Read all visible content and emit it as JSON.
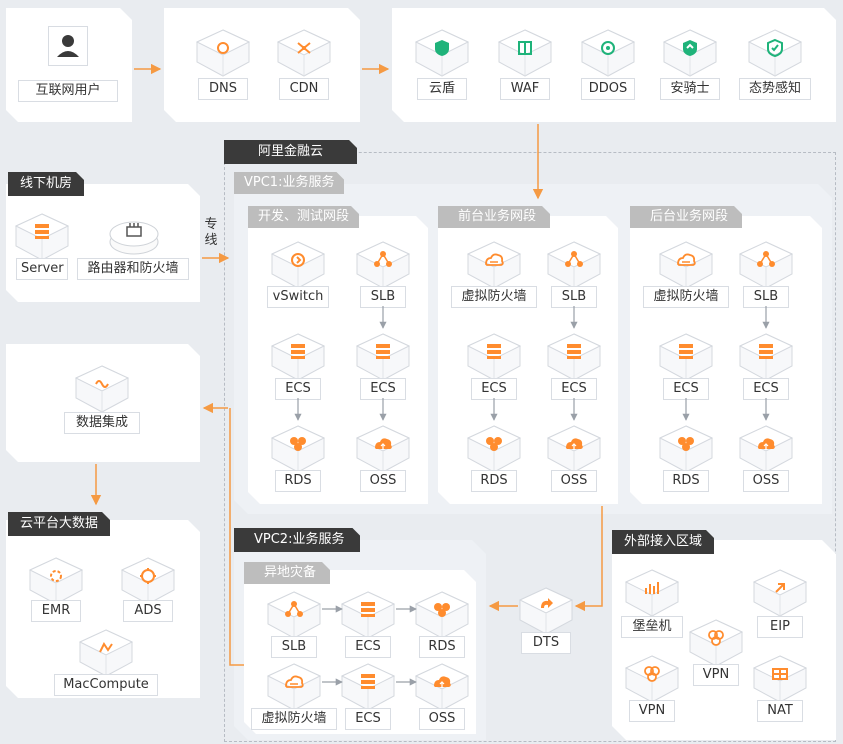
{
  "colors": {
    "accent": "#ff8c2e",
    "arrow_orange": "#f59a43",
    "arrow_grey": "#9aa0a8",
    "shield_green": "#1fb37a"
  },
  "top": {
    "user_label": "互联网用户",
    "dns": "DNS",
    "cdn": "CDN",
    "yundun": "云盾",
    "waf": "WAF",
    "ddos": "DDOS",
    "anqishi": "安骑士",
    "taishi": "态势感知"
  },
  "offline": {
    "title": "线下机房",
    "server": "Server",
    "router": "路由器和防火墙",
    "line_label": "专线"
  },
  "data_integration": {
    "label": "数据集成"
  },
  "bigdata": {
    "title": "云平台大数据",
    "emr": "EMR",
    "ads": "ADS",
    "maxcompute": "MacCompute"
  },
  "finance_cloud": {
    "title": "阿里金融云",
    "vpc1": {
      "title": "VPC1:业务服务",
      "seg_dev": {
        "title": "开发、测试网段",
        "vswitch": "vSwitch",
        "slb": "SLB",
        "ecs1": "ECS",
        "ecs2": "ECS",
        "rds": "RDS",
        "oss": "OSS"
      },
      "seg_front": {
        "title": "前台业务网段",
        "firewall": "虚拟防火墙",
        "slb": "SLB",
        "ecs1": "ECS",
        "ecs2": "ECS",
        "rds": "RDS",
        "oss": "OSS"
      },
      "seg_back": {
        "title": "后台业务网段",
        "firewall": "虚拟防火墙",
        "slb": "SLB",
        "ecs1": "ECS",
        "ecs2": "ECS",
        "rds": "RDS",
        "oss": "OSS"
      }
    },
    "vpc2": {
      "title": "VPC2:业务服务",
      "dr": {
        "title": "异地灾备",
        "slb": "SLB",
        "ecs1": "ECS",
        "rds": "RDS",
        "firewall": "虚拟防火墙",
        "ecs2": "ECS",
        "oss": "OSS"
      }
    },
    "dts": "DTS"
  },
  "external": {
    "title": "外部接入区域",
    "bastion": "堡垒机",
    "eip": "EIP",
    "vpn1": "VPN",
    "vpn2": "VPN",
    "nat": "NAT"
  }
}
